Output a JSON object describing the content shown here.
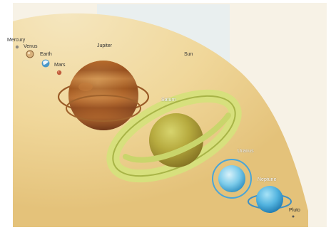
{
  "labels": {
    "mercury": "Mercury",
    "venus": "Venus",
    "earth": "Earth",
    "mars": "Mars",
    "jupiter": "Jupiter",
    "sun": "Sun",
    "saturn": "Saturn",
    "uranus": "Uranus",
    "neptune": "Neptune",
    "pluto": "Pluto"
  },
  "colors": {
    "background": "#ffffff",
    "panel": "#f7f2e6",
    "sky": "#e9efef",
    "sun": "#f0d9a2",
    "jupiter": "#b66a2d",
    "saturn": "#b9ad41",
    "saturn_ring": "#cdd47d",
    "uranus": "#72c3e7",
    "neptune": "#48a6d3"
  }
}
